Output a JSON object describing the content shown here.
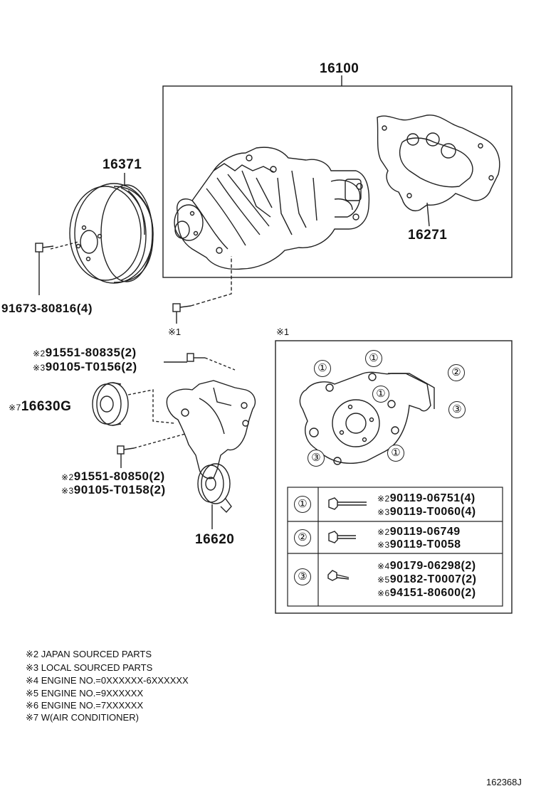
{
  "labels": {
    "water_pump_assy": "16100",
    "pulley": "16371",
    "gasket": "16271",
    "pulley_bolt": "91673-80816(4)",
    "idler": "16630G",
    "idler_mark": "※7",
    "tensioner": "16620",
    "ref_mark_left": "※1",
    "ref_mark_box": "※1"
  },
  "bolt_groups": {
    "upper": [
      {
        "mark": "※2",
        "part": "91551-80835(2)"
      },
      {
        "mark": "※3",
        "part": "90105-T0156(2)"
      }
    ],
    "lower": [
      {
        "mark": "※2",
        "part": "91551-80850(2)"
      },
      {
        "mark": "※3",
        "part": "90105-T0158(2)"
      }
    ]
  },
  "detail_circles": [
    "①",
    "①",
    "①",
    "①",
    "②",
    "③",
    "③"
  ],
  "table": [
    {
      "key": "①",
      "rows": [
        {
          "mark": "※2",
          "part": "90119-06751(4)"
        },
        {
          "mark": "※3",
          "part": "90119-T0060(4)"
        }
      ]
    },
    {
      "key": "②",
      "rows": [
        {
          "mark": "※2",
          "part": "90119-06749"
        },
        {
          "mark": "※3",
          "part": "90119-T0058"
        }
      ]
    },
    {
      "key": "③",
      "rows": [
        {
          "mark": "※4",
          "part": "90179-06298(2)"
        },
        {
          "mark": "※5",
          "part": "90182-T0007(2)"
        },
        {
          "mark": "※6",
          "part": "94151-80600(2)"
        }
      ]
    }
  ],
  "notes": [
    "※2 JAPAN SOURCED PARTS",
    "※3 LOCAL SOURCED PARTS",
    "※4 ENGINE NO.=0XXXXXX-6XXXXXX",
    "※5 ENGINE NO.=9XXXXXX",
    "※6 ENGINE NO.=7XXXXXX",
    "※7 W(AIR CONDITIONER)"
  ],
  "figure_code": "162368J"
}
